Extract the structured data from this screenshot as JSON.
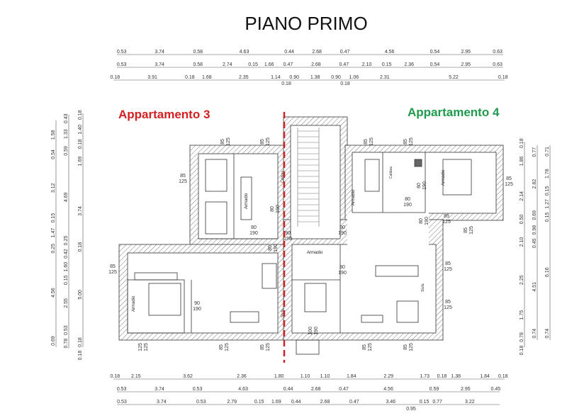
{
  "title": "PIANO PRIMO",
  "apartments": {
    "left": "Appartamento 3",
    "right": "Appartamento 4"
  },
  "colors": {
    "apt3": "#d42020",
    "apt4": "#1f9a4c",
    "divider": "#d42020"
  },
  "dims_top": [
    [
      "0.53",
      "3.74",
      "0.58",
      "4.63",
      "0.44",
      "2.68",
      "0.47",
      "4.56",
      "0.54",
      "2.95",
      "0.63"
    ],
    [
      "0.53",
      "3.74",
      "0.58",
      "2.74",
      "0.15",
      "1.66",
      "0.47",
      "2.68",
      "0.47",
      "2.10",
      "0.15",
      "2.36",
      "0.54",
      "2.95",
      "0.63"
    ],
    [
      "0.18",
      "3.91",
      "0.18",
      "1.68",
      "2.35",
      "1.14",
      "0.90",
      "1.38",
      "0.90",
      "1.06",
      "2.31",
      "5.22",
      "0.18"
    ]
  ],
  "dims_top_sub": [
    "0.18",
    "0.18"
  ],
  "dims_bottom": [
    [
      "0.18",
      "2.15",
      "3.62",
      "2.36",
      "1.80",
      "1.10",
      "1.10",
      "1.84",
      "2.29",
      "1.73",
      "0.18",
      "1.38",
      "1.84",
      "0.18"
    ],
    [
      "0.53",
      "3.74",
      "0.53",
      "4.63",
      "0.44",
      "2.68",
      "0.47",
      "4.56",
      "0.59",
      "2.95",
      "0.45"
    ],
    [
      "0.53",
      "3.74",
      "0.53",
      "2.79",
      "0.15",
      "1.69",
      "0.44",
      "2.68",
      "0.47",
      "3.46",
      "0.15",
      "0.77",
      "3.22"
    ]
  ],
  "dims_bottom_sub": [
    "0.95"
  ],
  "dims_left": [
    [
      "1.58",
      "0.54",
      "3.12",
      "0.15",
      "1.47",
      "0.25",
      "4.56",
      "0.69"
    ],
    [
      "0.43",
      "1.33",
      "0.59",
      "4.69",
      "0.25",
      "0.42",
      "1.60",
      "0.15",
      "2.55",
      "0.53",
      "0.78"
    ],
    [
      "0.18",
      "1.40",
      "0.18",
      "1.69",
      "3.74",
      "0.18",
      "5.00",
      "0.18",
      "0.18"
    ]
  ],
  "dims_right": [
    [
      "0.18",
      "1.86",
      "2.14",
      "0.50",
      "2.10",
      "2.25",
      "1.75",
      "0.78",
      "0.18"
    ],
    [
      "0.77",
      "2.82",
      "0.69",
      "0.98",
      "0.45",
      "4.51",
      "0.74"
    ],
    [
      "0.71",
      "1.78",
      "0.15",
      "1.27",
      "0.15",
      "6.16",
      "0.74"
    ]
  ],
  "rooms": {
    "armadio": "Armadio",
    "caldaia": "Caldaia",
    "stufa": "Stufa"
  },
  "windows": [
    "85\n125",
    "125\n125"
  ],
  "doors": {
    "d80": "80",
    "d90": "90",
    "d100": "100",
    "h190": "190",
    "w85": "85",
    "h125": "125",
    "w125": "125"
  }
}
